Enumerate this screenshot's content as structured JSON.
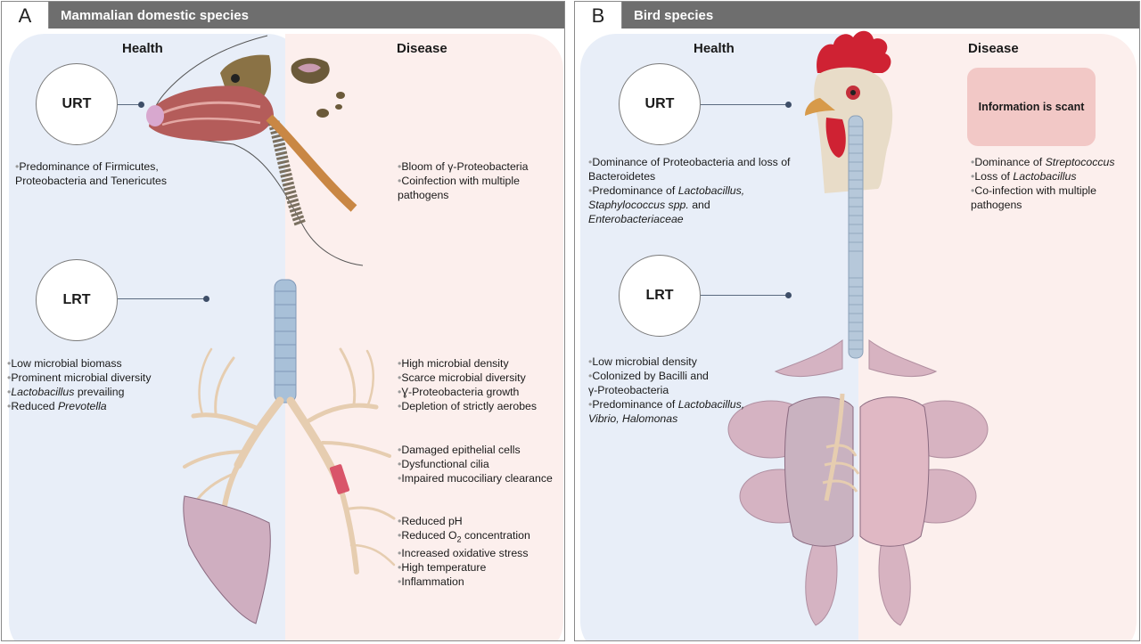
{
  "panel_a": {
    "letter": "A",
    "title": "Mammalian domestic species",
    "health_label": "Health",
    "disease_label": "Disease",
    "urt": "URT",
    "lrt": "LRT",
    "urt_health": [
      {
        "p": [
          {
            "t": "Predominance of Firmicutes,"
          }
        ]
      },
      {
        "p": [
          {
            "t": "Proteobacteria and Tenericutes"
          }
        ],
        "nb": true
      }
    ],
    "urt_disease": [
      {
        "p": [
          {
            "t": "Bloom of γ-Proteobacteria"
          }
        ]
      },
      {
        "p": [
          {
            "t": "Coinfection with multiple"
          }
        ]
      },
      {
        "p": [
          {
            "t": "pathogens"
          }
        ],
        "nb": true
      }
    ],
    "lrt_health": [
      {
        "p": [
          {
            "t": "Low microbial biomass"
          }
        ]
      },
      {
        "p": [
          {
            "t": "Prominent microbial diversity"
          }
        ]
      },
      {
        "p": [
          {
            "t": "Lactobacillus",
            "i": true
          },
          {
            "t": " prevailing"
          }
        ]
      },
      {
        "p": [
          {
            "t": "Reduced "
          },
          {
            "t": "Prevotella",
            "i": true
          }
        ]
      }
    ],
    "lrt_disease_1": [
      {
        "p": [
          {
            "t": "High microbial density"
          }
        ]
      },
      {
        "p": [
          {
            "t": "Scarce microbial diversity"
          }
        ]
      },
      {
        "p": [
          {
            "t": "Ɣ-Proteobacteria growth"
          }
        ]
      },
      {
        "p": [
          {
            "t": "Depletion of strictly aerobes"
          }
        ]
      }
    ],
    "lrt_disease_2": [
      {
        "p": [
          {
            "t": "Damaged epithelial cells"
          }
        ]
      },
      {
        "p": [
          {
            "t": "Dysfunctional cilia"
          }
        ]
      },
      {
        "p": [
          {
            "t": "Impaired mucociliary clearance"
          }
        ]
      }
    ],
    "lrt_disease_3": [
      {
        "p": [
          {
            "t": "Reduced pH"
          }
        ]
      },
      {
        "p": [
          {
            "t": "Reduced O"
          },
          {
            "t": "2",
            "sub": true
          },
          {
            "t": " concentration"
          }
        ]
      },
      {
        "p": [
          {
            "t": "Increased oxidative stress"
          }
        ]
      },
      {
        "p": [
          {
            "t": "High temperature"
          }
        ]
      },
      {
        "p": [
          {
            "t": "Inflammation"
          }
        ]
      }
    ]
  },
  "panel_b": {
    "letter": "B",
    "title": "Bird species",
    "health_label": "Health",
    "disease_label": "Disease",
    "urt": "URT",
    "lrt": "LRT",
    "scant": "Information is scant",
    "urt_health": [
      {
        "p": [
          {
            "t": "Dominance of Proteobacteria and loss of"
          }
        ]
      },
      {
        "p": [
          {
            "t": "Bacteroidetes"
          }
        ],
        "nb": true
      },
      {
        "p": [
          {
            "t": "Predominance of "
          },
          {
            "t": "Lactobacillus,",
            "i": true
          }
        ]
      },
      {
        "p": [
          {
            "t": "Staphylococcus spp.",
            "i": true
          },
          {
            "t": " and"
          }
        ],
        "nb": true
      },
      {
        "p": [
          {
            "t": "Enterobacteriaceae",
            "i": true
          }
        ],
        "nb": true
      }
    ],
    "urt_disease": [
      {
        "p": [
          {
            "t": "Dominance of "
          },
          {
            "t": "Streptococcus",
            "i": true
          }
        ]
      },
      {
        "p": [
          {
            "t": "Loss of "
          },
          {
            "t": "Lactobacillus",
            "i": true
          }
        ]
      },
      {
        "p": [
          {
            "t": "Co-infection with multiple"
          }
        ]
      },
      {
        "p": [
          {
            "t": "pathogens"
          }
        ],
        "nb": true
      }
    ],
    "lrt_health": [
      {
        "p": [
          {
            "t": "Low microbial density"
          }
        ]
      },
      {
        "p": [
          {
            "t": "Colonized by Bacilli and"
          }
        ]
      },
      {
        "p": [
          {
            "t": "γ-Proteobacteria"
          }
        ],
        "nb": true
      },
      {
        "p": [
          {
            "t": "Predominance of "
          },
          {
            "t": "Lactobacillus,",
            "i": true
          }
        ]
      },
      {
        "p": [
          {
            "t": "Vibrio, Halomonas",
            "i": true
          }
        ],
        "nb": true
      }
    ]
  }
}
